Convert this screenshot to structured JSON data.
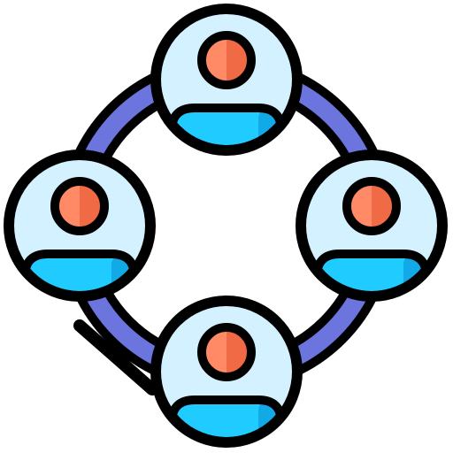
{
  "icon": {
    "name": "team-network-icon",
    "members": [
      {
        "id": "top",
        "name": "user-avatar-top-icon"
      },
      {
        "id": "right",
        "name": "user-avatar-right-icon"
      },
      {
        "id": "bottom",
        "name": "user-avatar-bottom-icon"
      },
      {
        "id": "left",
        "name": "user-avatar-left-icon"
      }
    ]
  },
  "colors": {
    "outline": "#000000",
    "ring_fill": "#6C75DE",
    "ring_highlight": "#8A91F0",
    "avatar_bg": "#D3F1FF",
    "head_main": "#FF8A65",
    "head_shade": "#F06A45",
    "body_main": "#1FCBFF",
    "body_shade": "#11A9E6"
  }
}
